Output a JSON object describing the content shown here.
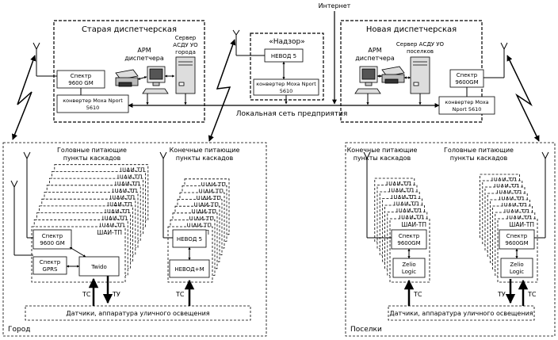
{
  "internet_label": "Интернет",
  "lan_label": "Локальная сеть предприятия",
  "old_room": {
    "title": "Старая диспетчерская",
    "arm": [
      "АРМ",
      "диспетчера"
    ],
    "server": [
      "Сервер",
      "АСДУ УО",
      "города"
    ],
    "spektr": [
      "Спектр",
      "9600 GM"
    ],
    "moxa": [
      "конвертер Moxa Nport",
      "5610"
    ]
  },
  "nadzor": {
    "title": "«Надзор»",
    "nevod": "НЕВОД 5",
    "moxa": [
      "конвертер Moxa Nport",
      "5610"
    ]
  },
  "new_room": {
    "title": "Новая диспетчерская",
    "arm": [
      "АРМ",
      "диспетчера"
    ],
    "server": [
      "Сервер АСДУ УО",
      "поселков"
    ],
    "spektr": [
      "Спектр",
      "9600GM"
    ],
    "moxa": [
      "конвертер Moxa",
      "Nport 5610"
    ]
  },
  "city": {
    "label": "Город",
    "head_title": [
      "Головные питающие",
      "пункты каскадов"
    ],
    "end_title": [
      "Конечные питающие",
      "пункты каскадов"
    ],
    "shai": "ШАИ-ТП",
    "spektr": [
      "Спектр",
      "9600 GM"
    ],
    "gprs": [
      "Спектр",
      "GPRS"
    ],
    "twido": "Twido",
    "nevod5": "НЕВОД 5",
    "nevodm": "НЕВОД+М",
    "ts": "ТС",
    "tu": "ТУ",
    "sensors": "Датчики, аппаратура уличного освещения"
  },
  "village": {
    "label": "Поселки",
    "end_title": [
      "Конечные питающие",
      "пункты каскадов"
    ],
    "head_title": [
      "Головные питающие",
      "пункты каскадов"
    ],
    "shai": "ШАИ-ТП",
    "spektr": [
      "Спектр",
      "9600GM"
    ],
    "zelio": [
      "Zelio",
      "Logic"
    ],
    "ts": "ТС",
    "tu": "ТУ",
    "sensors": "Датчики, аппаратура уличного освещения"
  }
}
